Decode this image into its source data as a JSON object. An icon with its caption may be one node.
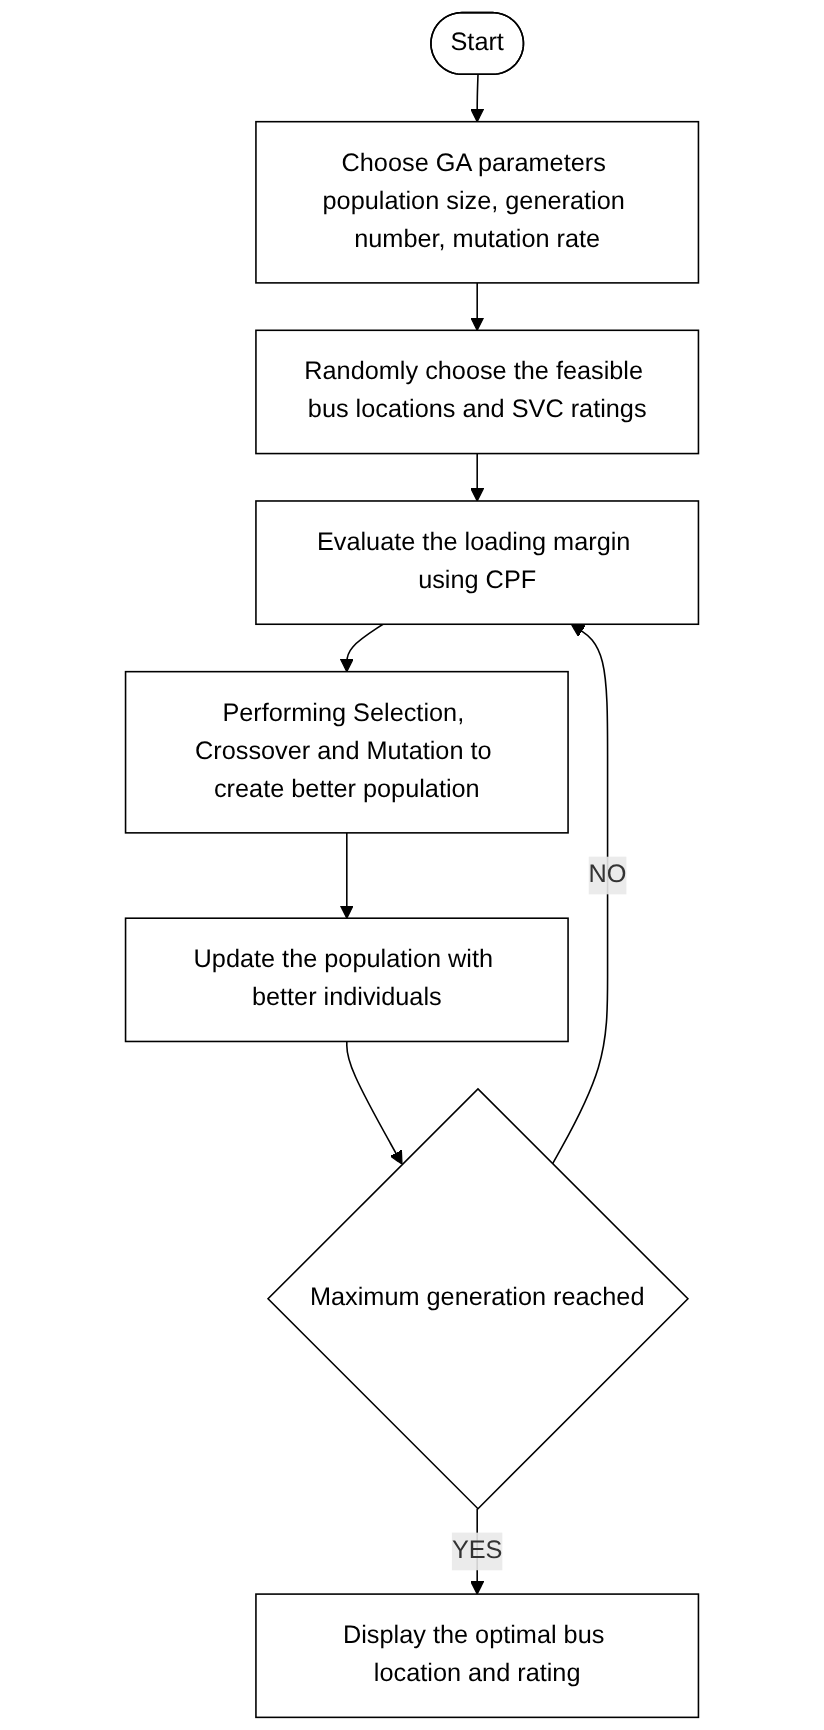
{
  "diagram": {
    "nodes": [
      {
        "text": [
          "Start"
        ]
      },
      {
        "text": [
          "Choose GA parameters population size, generation number, mutation rate"
        ]
      },
      {
        "text": [
          "Randomly choose the feasible bus locations and SVC ratings"
        ]
      },
      {
        "text": [
          "Evaluate the loading margin using CPF"
        ]
      },
      {
        "text": [
          "Performing Selection, Crossover and Mutation to create better population"
        ]
      },
      {
        "text": [
          "Update the population with better individuals"
        ]
      },
      {
        "text": [
          "Maximum generation reached"
        ]
      },
      {
        "text": [
          "Display the optimal bus location and rating"
        ]
      }
    ],
    "edges": [
      {
        "from": 0,
        "to": 1,
        "arrow": "to"
      },
      {
        "from": 1,
        "to": 2,
        "arrow": "to"
      },
      {
        "from": 2,
        "to": 3,
        "arrow": "to"
      },
      {
        "from": 3,
        "to": 4,
        "arrow": "to"
      },
      {
        "from": 4,
        "to": 5,
        "arrow": "to"
      },
      {
        "from": 5,
        "to": 6,
        "arrow": "to"
      },
      {
        "from": 6,
        "to": 7,
        "label": "YES",
        "arrow": "to"
      },
      {
        "from": 6,
        "to": 3,
        "label": "NO",
        "arrow": "to"
      }
    ]
  }
}
